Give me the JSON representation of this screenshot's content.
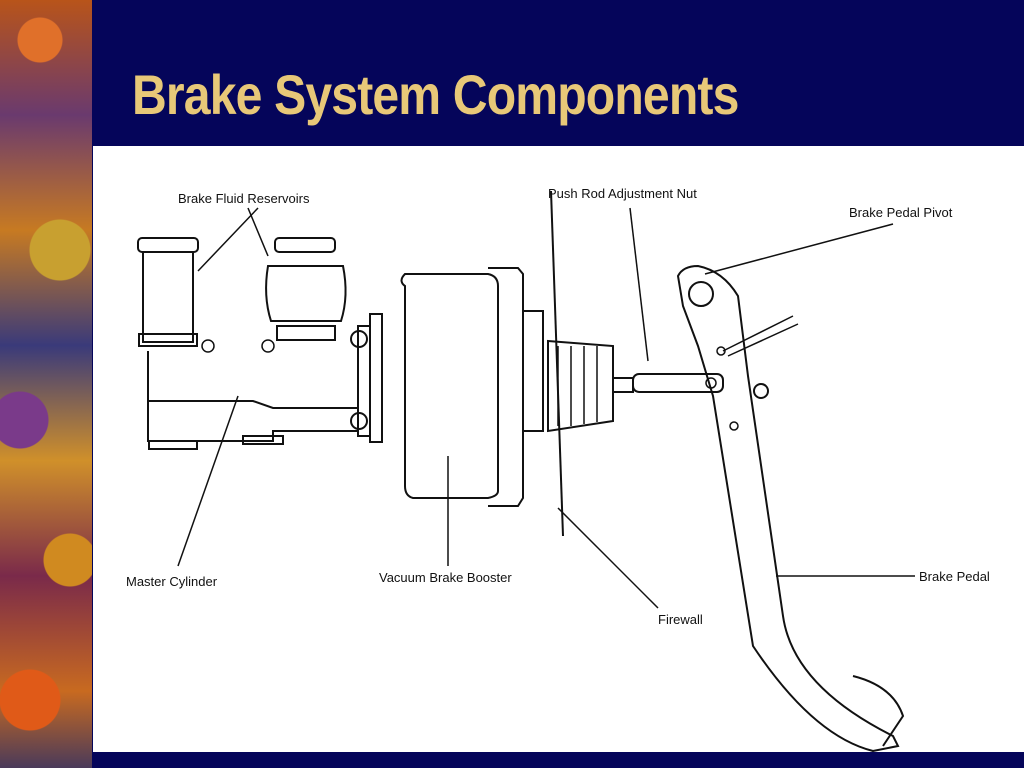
{
  "slide": {
    "title": "Brake System Components"
  },
  "diagram": {
    "labels": {
      "brake_fluid_reservoirs": "Brake Fluid Reservoirs",
      "push_rod_adjustment_nut": "Push Rod Adjustment Nut",
      "brake_pedal_pivot": "Brake Pedal Pivot",
      "master_cylinder": "Master Cylinder",
      "vacuum_brake_booster": "Vacuum Brake Booster",
      "firewall": "Firewall",
      "brake_pedal": "Brake Pedal"
    }
  },
  "colors": {
    "background": "#05055a",
    "title": "#e8c878",
    "panel": "#ffffff"
  }
}
